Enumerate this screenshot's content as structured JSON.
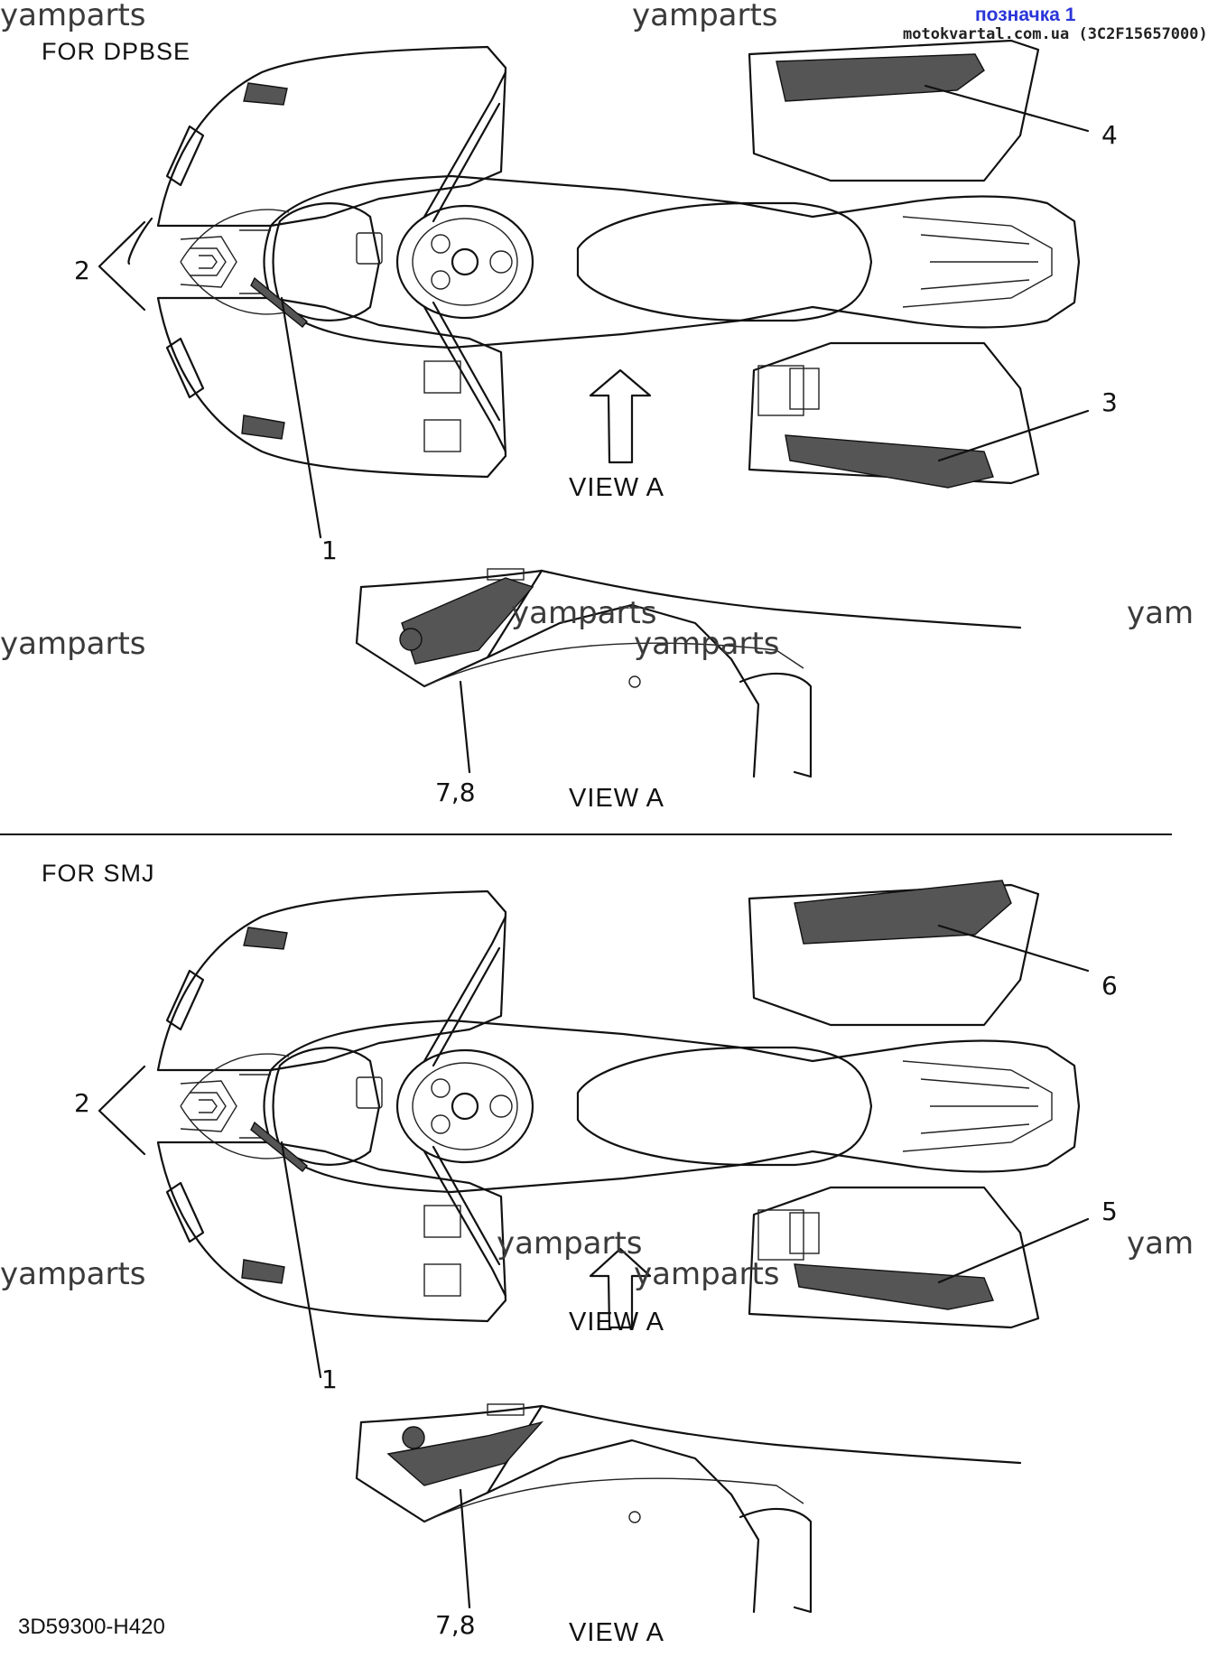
{
  "badge": {
    "title": "позначка 1",
    "site": "motokvartal.com.ua (3C2F15657000)"
  },
  "watermark": "yamparts",
  "watermark_cut": "yam",
  "sections": {
    "top": {
      "heading": "FOR DPBSE",
      "callouts": [
        "1",
        "2",
        "3",
        "4",
        "7,8"
      ],
      "view_label": "VIEW A"
    },
    "bottom": {
      "heading": "FOR SMJ",
      "callouts": [
        "1",
        "2",
        "5",
        "6",
        "7,8"
      ],
      "view_label": "VIEW A"
    }
  },
  "part_code": "3D59300-H420"
}
